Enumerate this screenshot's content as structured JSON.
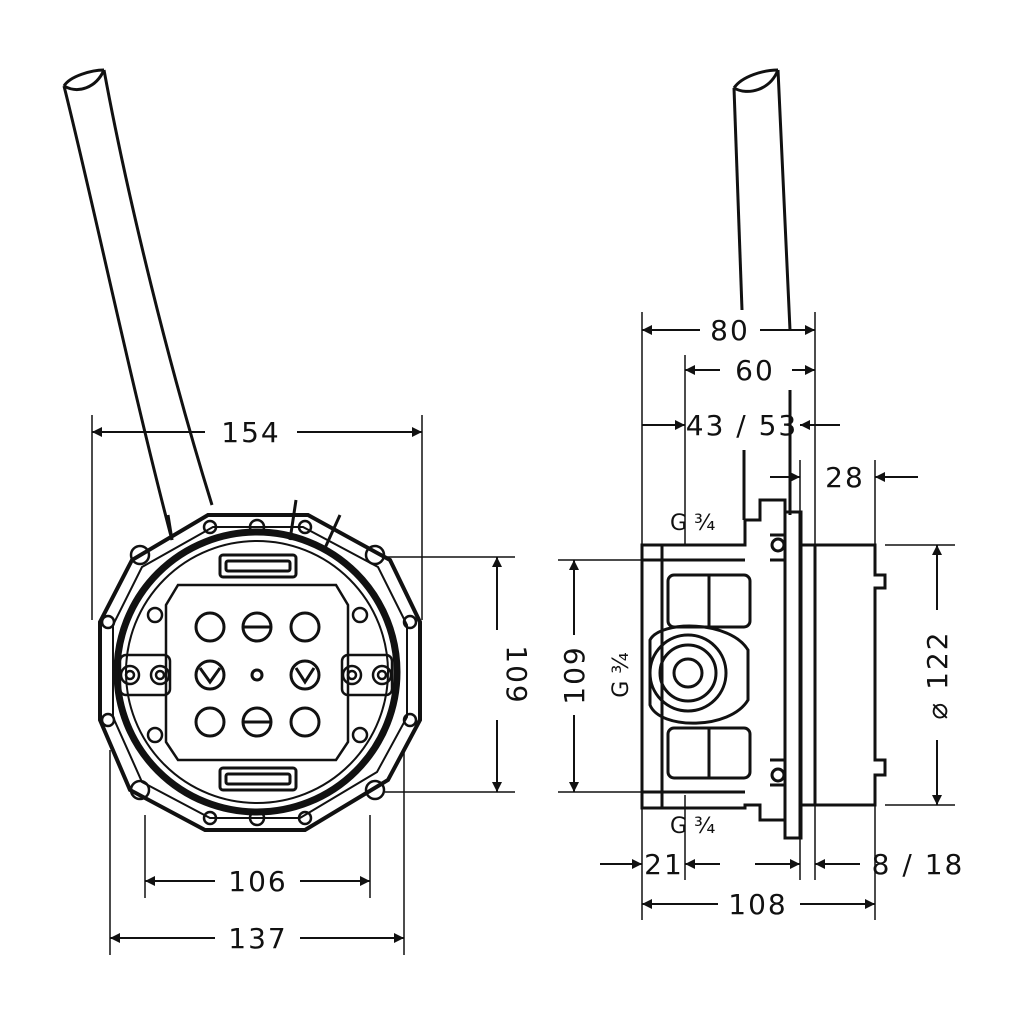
{
  "front_view": {
    "dimensions": {
      "width_top": "154",
      "height_right": "109",
      "width_inner_bottom": "106",
      "width_outer_bottom": "137"
    }
  },
  "side_view": {
    "dimensions": {
      "depth_80": "80",
      "depth_60": "60",
      "depth_range": "43 / 53",
      "cover_28": "28",
      "height_109": "109",
      "diameter_122": "⌀ 122",
      "offset_21": "21",
      "range_8_18": "8 / 18",
      "depth_108": "108"
    },
    "threads": {
      "top": "G ¾",
      "middle": "G ¾",
      "bottom": "G ¾"
    }
  },
  "colors": {
    "line": "#111111",
    "background": "#ffffff"
  }
}
